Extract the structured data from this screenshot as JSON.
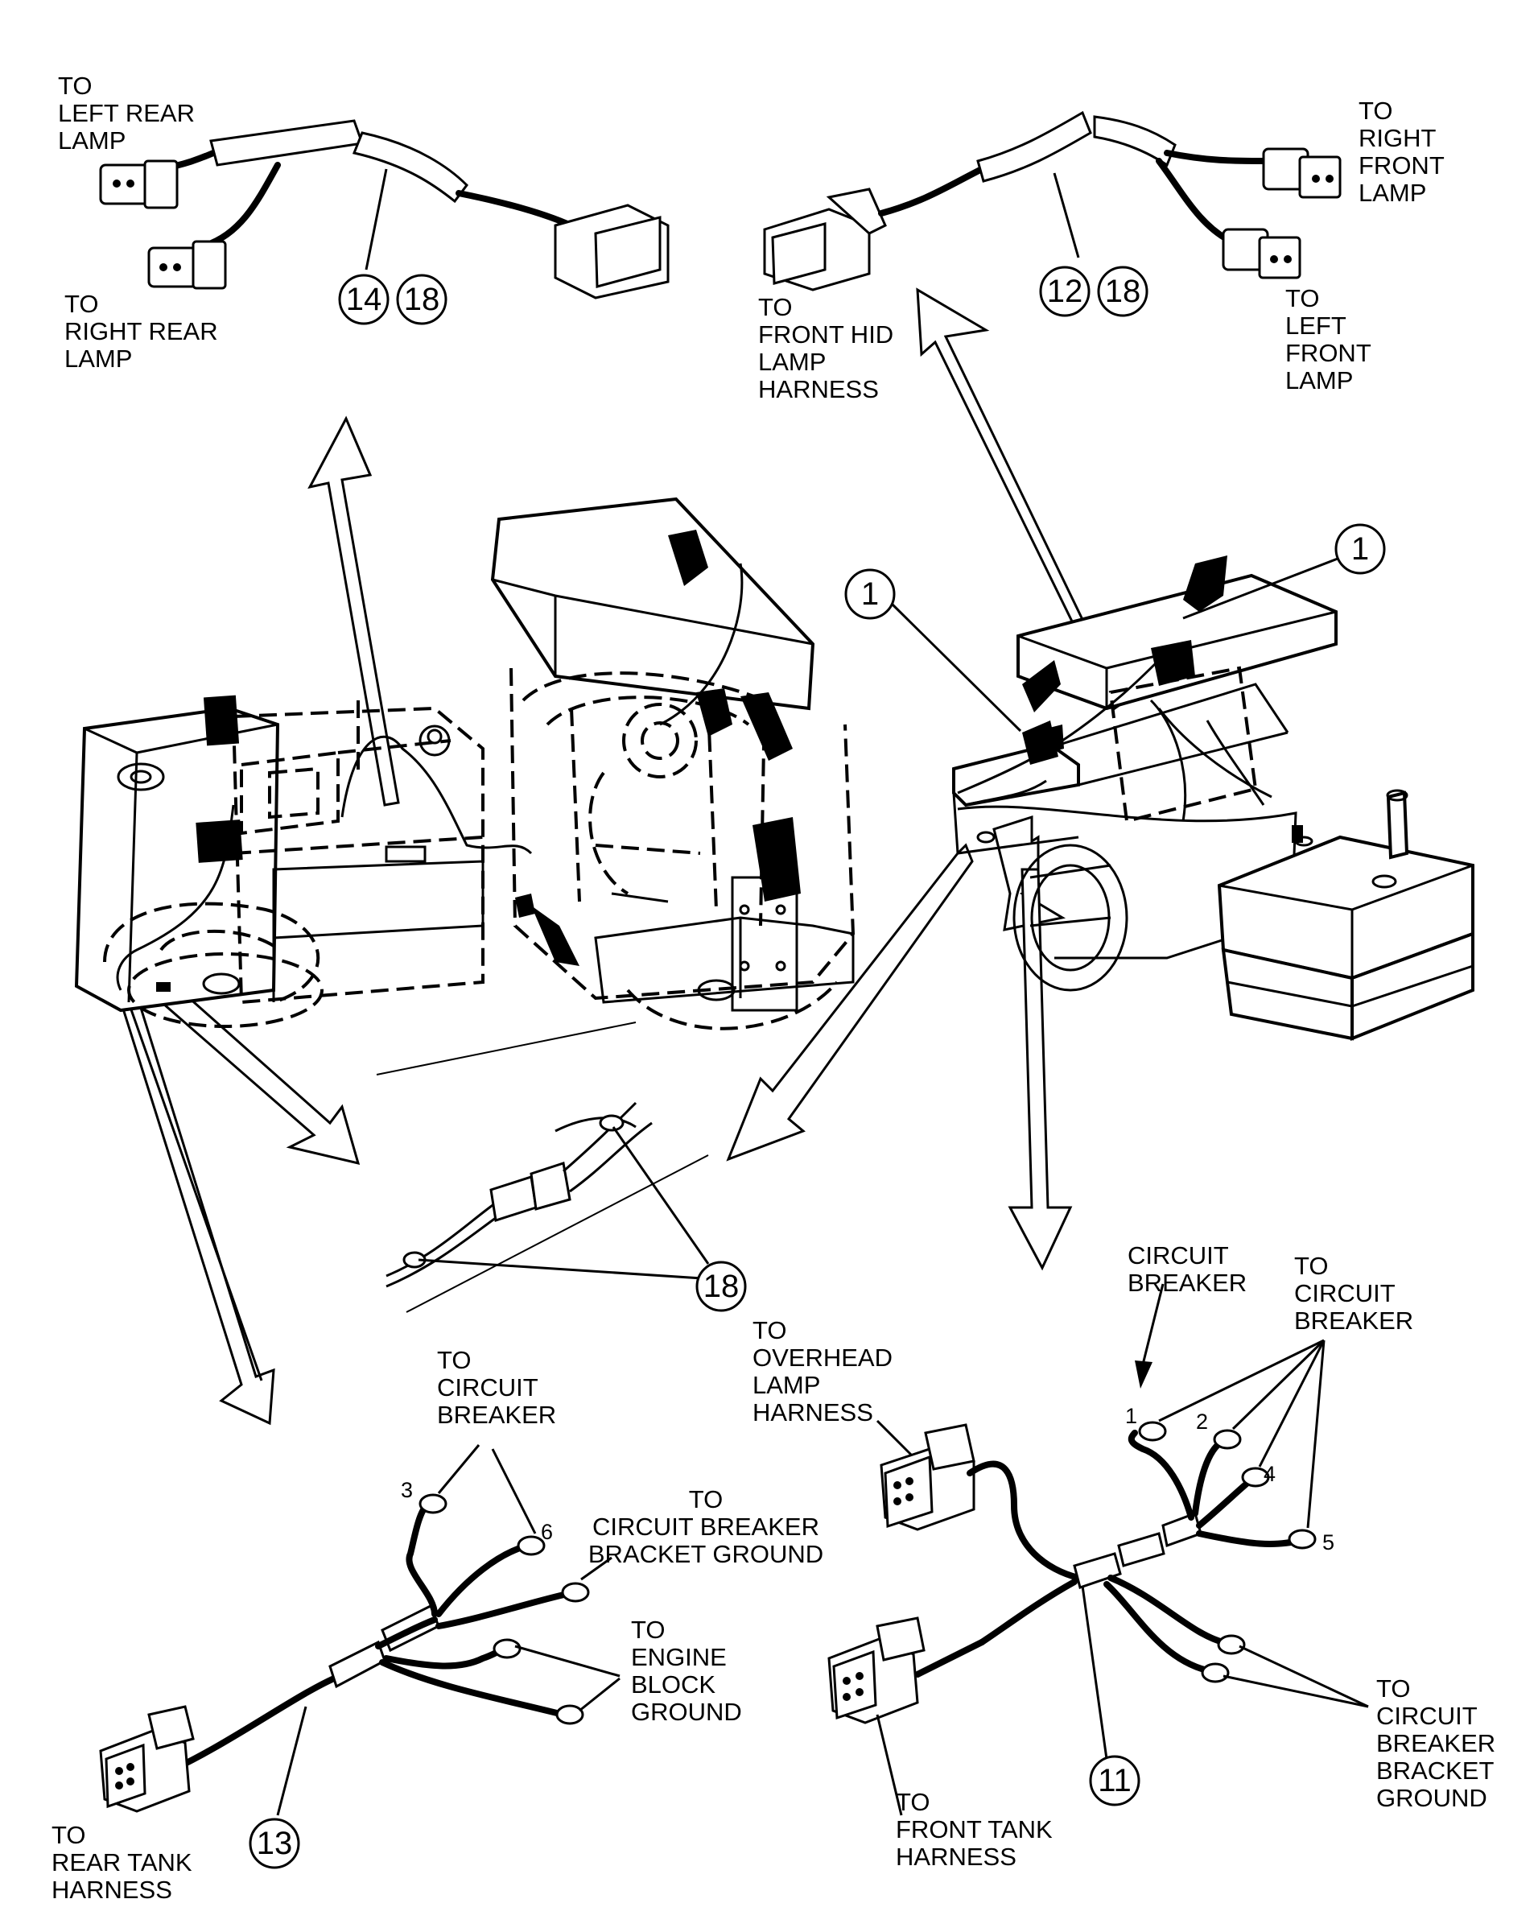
{
  "labels": {
    "left_rear_lamp": [
      "TO",
      "LEFT REAR",
      "LAMP"
    ],
    "right_rear_lamp": [
      "TO",
      "RIGHT REAR",
      "LAMP"
    ],
    "right_front_lamp": [
      "TO",
      "RIGHT",
      "FRONT",
      "LAMP"
    ],
    "front_hid_lamp_harness": [
      "TO",
      "FRONT HID",
      "LAMP",
      "HARNESS"
    ],
    "left_front_lamp": [
      "TO",
      "LEFT",
      "FRONT",
      "LAMP"
    ],
    "circuit_breaker": [
      "CIRCUIT",
      "BREAKER"
    ],
    "to_circuit_breaker_right": [
      "TO",
      "CIRCUIT",
      "BREAKER"
    ],
    "overhead_lamp_harness": [
      "TO",
      "OVERHEAD",
      "LAMP",
      "HARNESS"
    ],
    "to_circuit_breaker_left": [
      "TO",
      "CIRCUIT",
      "BREAKER"
    ],
    "circuit_breaker_bracket_ground_left": [
      "TO",
      "CIRCUIT BREAKER",
      "BRACKET GROUND"
    ],
    "engine_block_ground": [
      "TO",
      "ENGINE",
      "BLOCK",
      "GROUND"
    ],
    "rear_tank_harness": [
      "TO",
      "REAR TANK",
      "HARNESS"
    ],
    "front_tank_harness": [
      "TO",
      "FRONT TANK",
      "HARNESS"
    ],
    "circuit_breaker_bracket_ground_right": [
      "TO",
      "CIRCUIT",
      "BREAKER",
      "BRACKET",
      "GROUND"
    ]
  },
  "callouts": {
    "c14": "14",
    "c18_a": "18",
    "c12": "12",
    "c18_b": "18",
    "c1_left": "1",
    "c1_right": "1",
    "c18_c": "18",
    "c13": "13",
    "c11": "11"
  },
  "pins": {
    "p1": "1",
    "p2": "2",
    "p3": "3",
    "p4": "4",
    "p5": "5",
    "p6": "6"
  }
}
